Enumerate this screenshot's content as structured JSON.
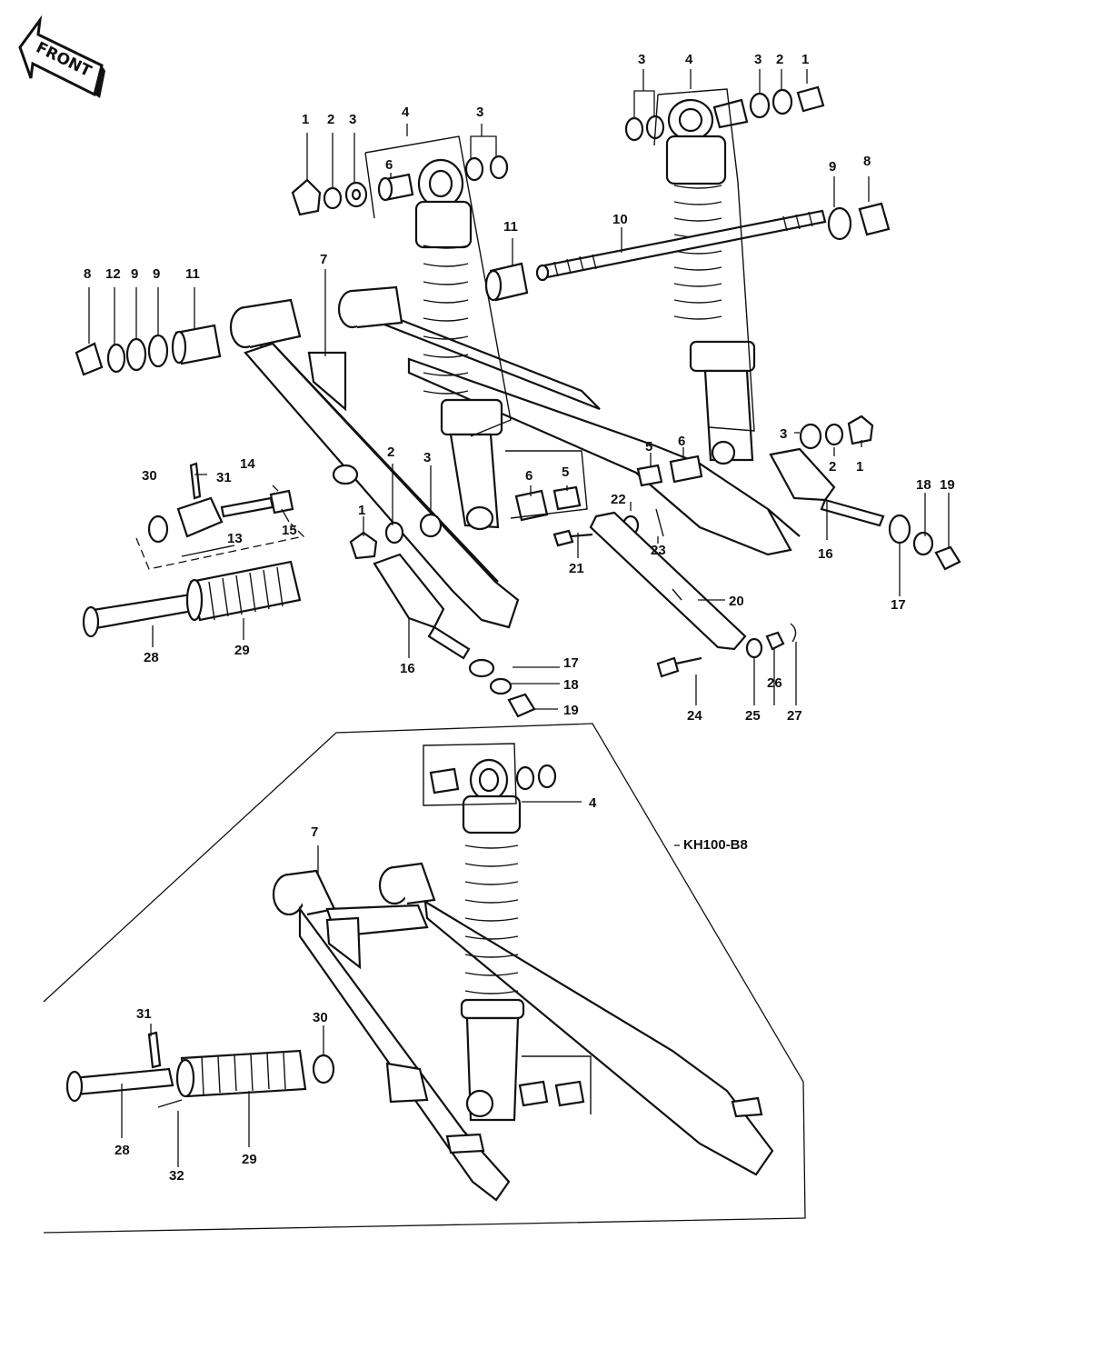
{
  "front_arrow": {
    "label": "FRONT",
    "icon": "front-arrow-icon"
  },
  "variant_label": "KH100-B8",
  "callouts": [
    "1",
    "2",
    "3",
    "4",
    "3",
    "6",
    "3",
    "4",
    "3",
    "2",
    "1",
    "8",
    "12",
    "9",
    "9",
    "11",
    "7",
    "11",
    "10",
    "9",
    "8",
    "30",
    "31",
    "14",
    "15",
    "13",
    "28",
    "29",
    "2",
    "3",
    "1",
    "16",
    "17",
    "18",
    "19",
    "6",
    "5",
    "5",
    "6",
    "22",
    "23",
    "21",
    "20",
    "3",
    "2",
    "1",
    "16",
    "17",
    "18",
    "19",
    "24",
    "25",
    "26",
    "27",
    "4",
    "7",
    "31",
    "30",
    "28",
    "29",
    "32"
  ]
}
